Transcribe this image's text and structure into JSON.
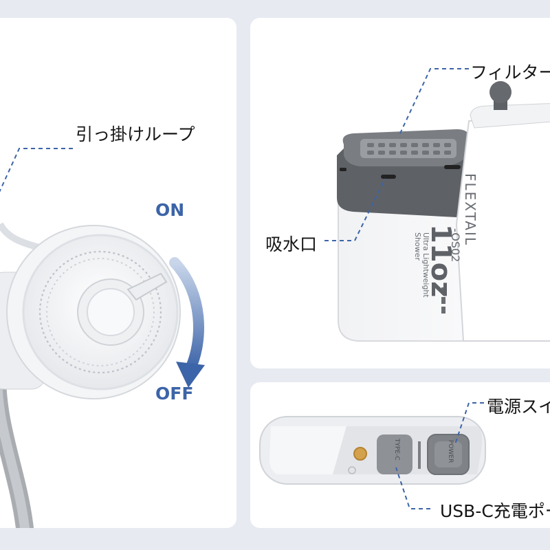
{
  "left_panel": {
    "callout_hook_loop": "引っ掛けループ",
    "state_on": "ON",
    "state_off": "OFF"
  },
  "top_right_panel": {
    "callout_filter": "フィルター",
    "callout_water_intake": "吸水口",
    "device_brand": "FLEXTAIL",
    "device_model": "-OS02",
    "device_weight": "11oz",
    "device_desc_line1": "Ultra Lightweight",
    "device_desc_line2": "Shower"
  },
  "bottom_right_panel": {
    "callout_power_switch": "電源スイッチ",
    "callout_usbc_port": "USB-C充電ポート",
    "port_label": "TYPE-C",
    "button_label": "POWER"
  },
  "colors": {
    "page_bg": "#e7eaf1",
    "accent_blue": "#3c64a8",
    "callout_dash": "#3c64a8"
  }
}
